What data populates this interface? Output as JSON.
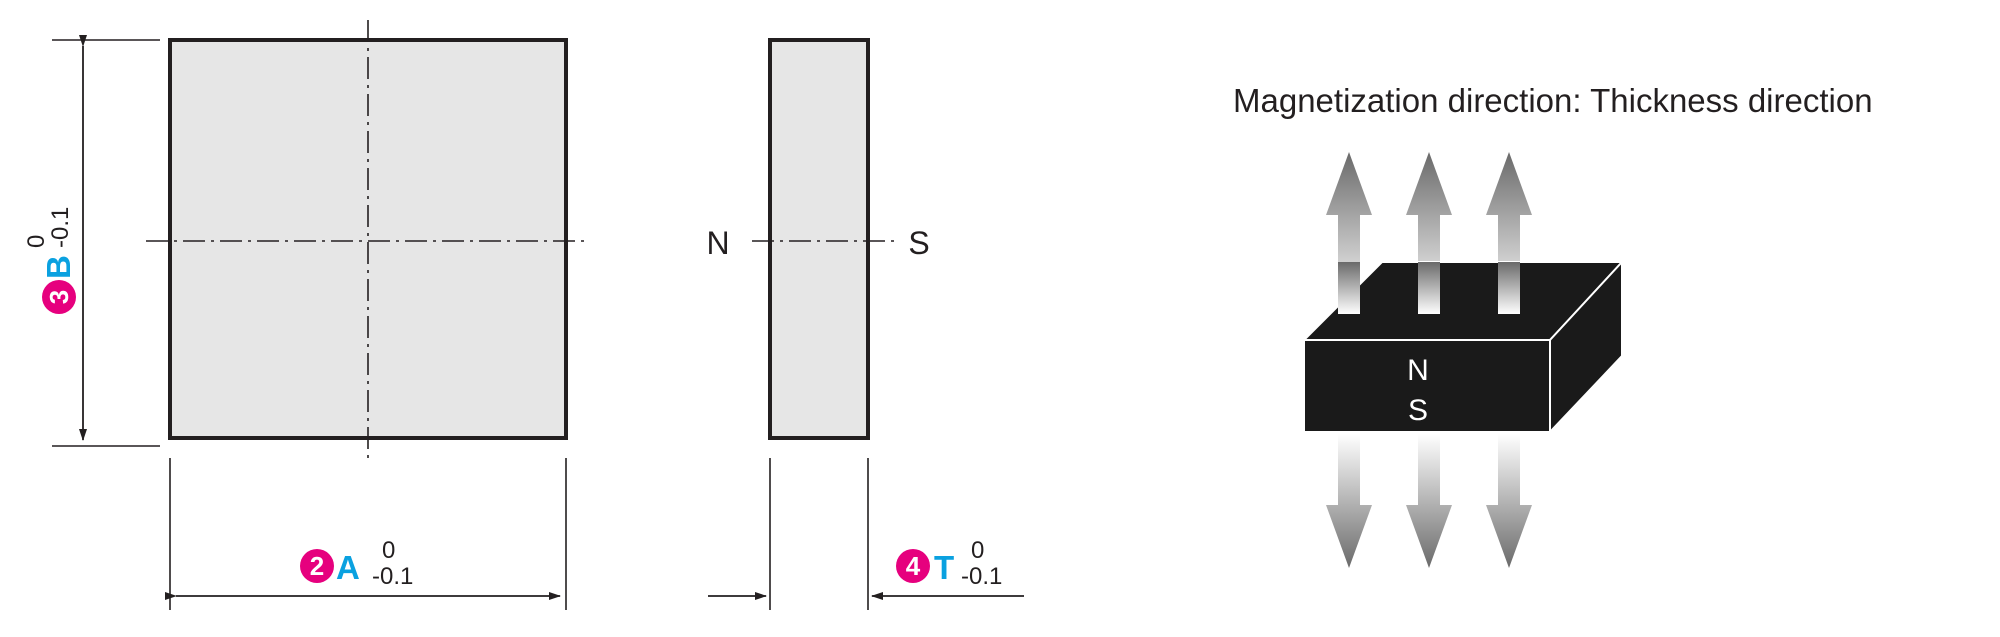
{
  "colors": {
    "outline": "#231f20",
    "face_fill": "#e6e6e6",
    "magnet_fill": "#1a1a1a",
    "badge": "#e6007e",
    "param_label": "#0aa1e0"
  },
  "front_view": {
    "width_dim": {
      "badge": "2",
      "symbol": "A",
      "tol_upper": "0",
      "tol_lower": "-0.1"
    },
    "height_dim": {
      "badge": "3",
      "symbol": "B",
      "tol_upper": "0",
      "tol_lower": "-0.1"
    }
  },
  "side_view": {
    "pole_left": "N",
    "pole_right": "S",
    "thickness_dim": {
      "badge": "4",
      "symbol": "T",
      "tol_upper": "0",
      "tol_lower": "-0.1"
    }
  },
  "magnet_illustration": {
    "caption": "Magnetization direction: Thickness direction",
    "pole_top": "N",
    "pole_bottom": "S"
  }
}
